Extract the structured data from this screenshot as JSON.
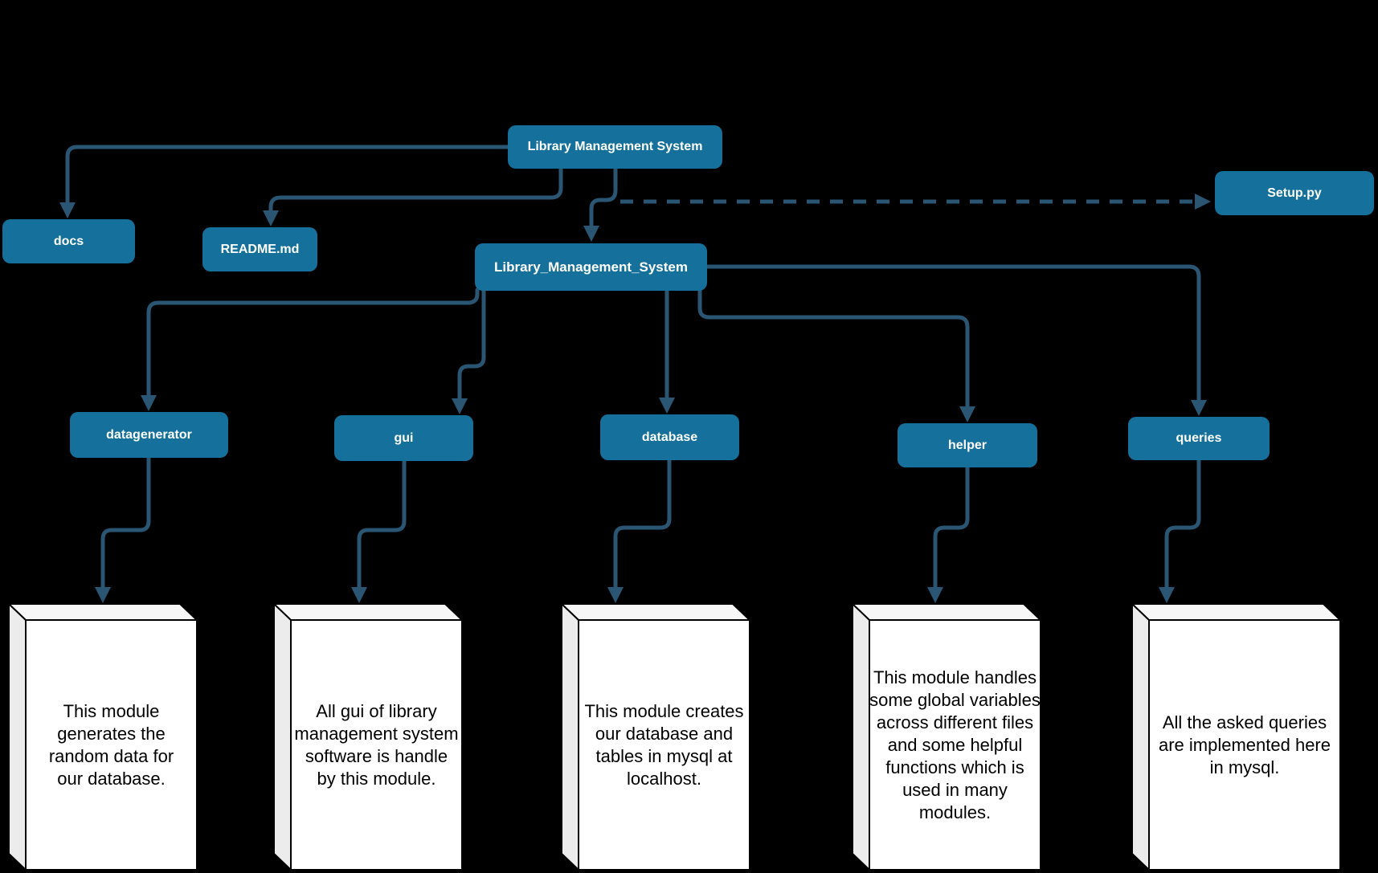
{
  "nodes": {
    "root": {
      "label": "Library Management System"
    },
    "docs": {
      "label": "docs"
    },
    "readme": {
      "label": "README.md"
    },
    "setup": {
      "label": "Setup.py"
    },
    "lms": {
      "label": "Library_Management_System"
    },
    "datagenerator": {
      "label": "datagenerator"
    },
    "gui": {
      "label": "gui"
    },
    "database": {
      "label": "database"
    },
    "helper": {
      "label": "helper"
    },
    "queries": {
      "label": "queries"
    }
  },
  "notes": {
    "datagenerator": "This module\ngenerates the\nrandom data for\nour database.",
    "gui": "All gui of library\nmanagement system\nsoftware is handle\nby this module.",
    "database": "This module creates\nour database and\ntables in mysql at\nlocalhost.",
    "helper": "This module handles\nsome global variables\nacross different files\nand some helpful\nfunctions which is\nused in many\nmodules.",
    "queries": "All the asked queries\nare implemented here\nin mysql."
  },
  "colors": {
    "background": "#000000",
    "node_fill": "#15719b",
    "node_text": "#ffffff",
    "connector": "#2a5674",
    "note_fill": "#ffffff",
    "note_side_fill": "#ececec",
    "note_top_fill": "#f7f7f7",
    "note_border": "#000000",
    "note_text": "#000000"
  }
}
